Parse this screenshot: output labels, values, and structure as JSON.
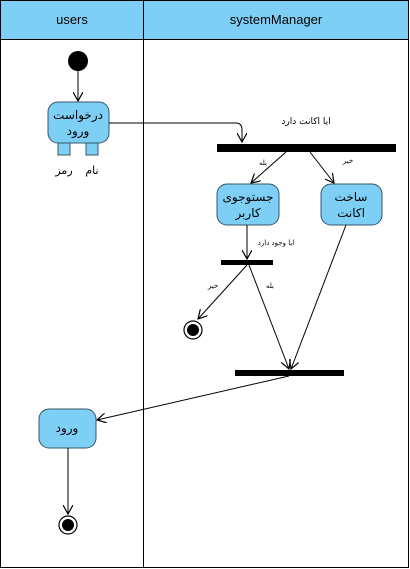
{
  "lanes": {
    "left_title": "users",
    "right_title": "systemManager"
  },
  "activities": {
    "login_request": [
      "درخواست",
      "ورود"
    ],
    "search_user": [
      "جستوجوی",
      "کاربر"
    ],
    "create_account": [
      "ساخت",
      "اکانت"
    ],
    "login": "ورود"
  },
  "pins": {
    "name": "نام",
    "password": "رمز"
  },
  "decisions": {
    "has_account": "ایا اکانت دارد",
    "exists": "ایا وجود دارد",
    "yes_1": "بله",
    "no_1": "خیر",
    "yes_2": "بله",
    "no_2": "خیر"
  },
  "colors": {
    "header_fill": "#7ecff5",
    "activity_fill": "#7ecff5",
    "activity_stroke": "#35546a",
    "bar": "#000000",
    "border": "#000000"
  }
}
